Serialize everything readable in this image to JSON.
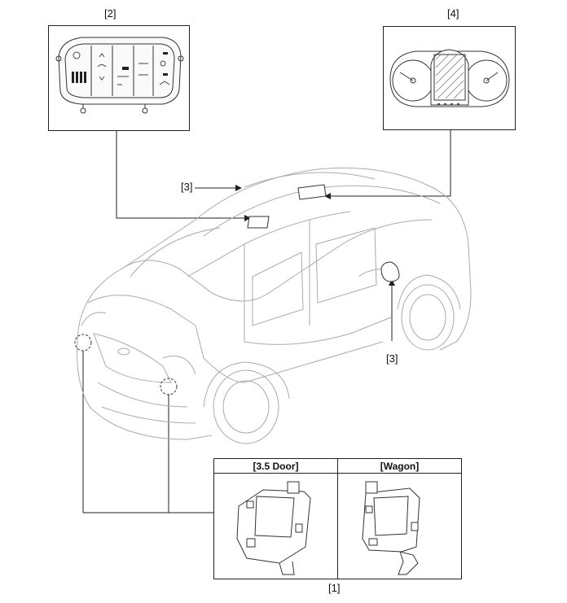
{
  "callouts": {
    "switch_panel": "[2]",
    "cluster": "[4]",
    "rear_sensor": "[3]",
    "door_sensor": "[3]",
    "bracket": "[1]"
  },
  "bracket_table": {
    "col_left": "[3.5 Door]",
    "col_right": "[Wagon]"
  }
}
